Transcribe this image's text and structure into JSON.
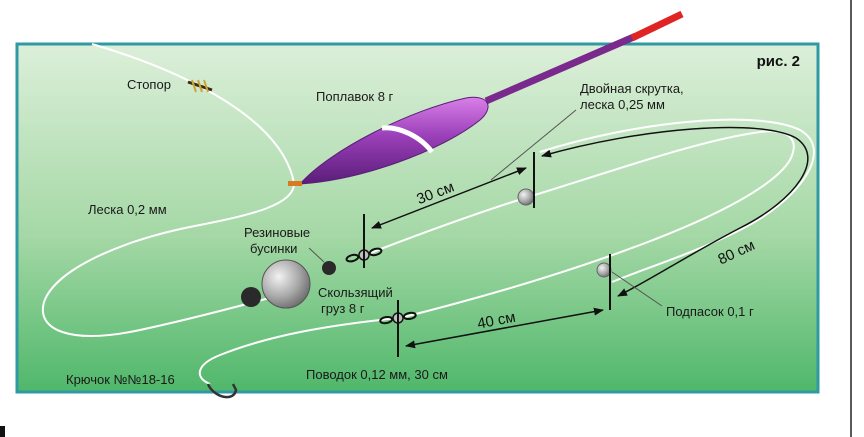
{
  "figure_label": "рис. 2",
  "labels": {
    "stopper": "Стопор",
    "float": "Поплавок 8 г",
    "double_twist_line1": "Двойная скрутка,",
    "double_twist_line2": "леска 0,25 мм",
    "main_line": "Леска 0,2 мм",
    "rubber_beads_line1": "Резиновые",
    "rubber_beads_line2": "бусинки",
    "sliding_weight_line1": "Скользящий",
    "sliding_weight_line2": "груз 8 г",
    "bottom_weight": "Подпасок 0,1 г",
    "leader": "Поводок 0,12 мм, 30 см",
    "hook": "Крючок №№18-16"
  },
  "dimensions": {
    "d30": "30 см",
    "d80": "80 см",
    "d40": "40 см"
  },
  "colors": {
    "background_top": "#dcefd9",
    "background_bottom": "#4fb76a",
    "frame": "#2f9aa3",
    "float_body": "#8a3aa8",
    "float_antenna": "#e02424",
    "line": "#ffffff"
  }
}
